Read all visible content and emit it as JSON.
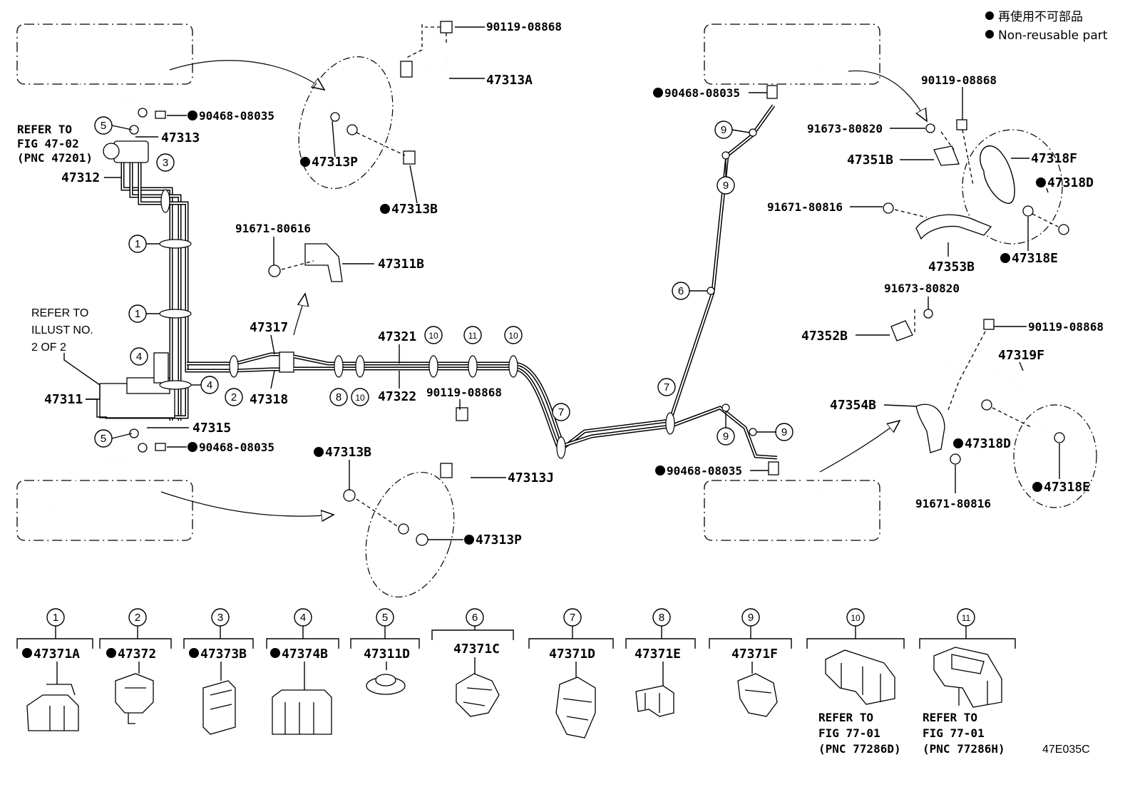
{
  "legend": {
    "jp": "再使用不可部品",
    "en": "Non-reusable part"
  },
  "refs": {
    "left_top_1": "REFER TO",
    "left_top_2": "FIG 47-02",
    "left_top_3": "(PNC 47201)",
    "illust_1": "REFER TO",
    "illust_2": "ILLUST NO.",
    "illust_3": "2 OF 2",
    "c10_1": "REFER TO",
    "c10_2": "FIG 77-01",
    "c10_3": "(PNC 77286D)",
    "c11_1": "REFER TO",
    "c11_2": "FIG 77-01",
    "c11_3": "(PNC 77286H)"
  },
  "drawing_id": "47E035C",
  "labels": {
    "p47313A": "47313A",
    "p90119_tl": "90119-08868",
    "p47313P_t": "47313P",
    "p47313B_t": "47313B",
    "p90468_a": "90468-08035",
    "p47313": "47313",
    "p47312": "47312",
    "p91671_80616": "91671-80616",
    "p47311B": "47311B",
    "p47317": "47317",
    "p47318": "47318",
    "p47311": "47311",
    "p47315": "47315",
    "p90468_b": "90468-08035",
    "p47321": "47321",
    "p47322": "47322",
    "p90119_m": "90119-08868",
    "p47313B_b": "47313B",
    "p47313J": "47313J",
    "p47313P_b": "47313P",
    "p90468_c": "90468-08035",
    "p90468_d": "90468-08035",
    "p90119_r1": "90119-08868",
    "p91673_a": "91673-80820",
    "p47351B": "47351B",
    "p47318F": "47318F",
    "p47318D_t": "47318D",
    "p91671_80816_t": "91671-80816",
    "p47353B": "47353B",
    "p47318E_t": "47318E",
    "p91673_b": "91673-80820",
    "p90119_r2": "90119-08868",
    "p47352B": "47352B",
    "p47319F": "47319F",
    "p47354B": "47354B",
    "p47318D_b": "47318D",
    "p91671_80816_b": "91671-80816",
    "p47318E_b": "47318E"
  },
  "callouts": {
    "n1": "1",
    "n2": "2",
    "n3": "3",
    "n4": "4",
    "n5": "5",
    "n6": "6",
    "n7": "7",
    "n8": "8",
    "n9": "9",
    "n10": "10",
    "n11": "11"
  },
  "clamps": [
    {
      "num": "1",
      "part": "47371A"
    },
    {
      "num": "2",
      "part": "47372"
    },
    {
      "num": "3",
      "part": "47373B"
    },
    {
      "num": "4",
      "part": "47374B"
    },
    {
      "num": "5",
      "part": "47311D"
    },
    {
      "num": "6",
      "part": "47371C"
    },
    {
      "num": "7",
      "part": "47371D"
    },
    {
      "num": "8",
      "part": "47371E"
    },
    {
      "num": "9",
      "part": "47371F"
    },
    {
      "num": "10",
      "part": ""
    },
    {
      "num": "11",
      "part": ""
    }
  ]
}
